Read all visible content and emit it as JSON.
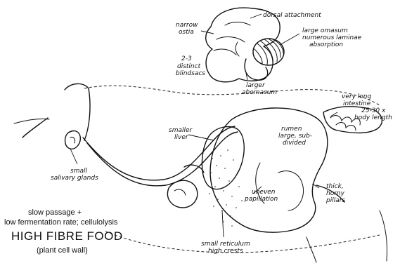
{
  "labels": {
    "dorsal_attachment": "dorsal attachment",
    "narrow_ostia_1": "narrow",
    "narrow_ostia_2": "ostia",
    "large_omasum_1": "large omasum",
    "large_omasum_2": "numerous laminae",
    "large_omasum_3": "absorption",
    "blindsacs_1": "2-3",
    "blindsacs_2": "distinct",
    "blindsacs_3": "blindsacs",
    "larger_abomasum_1": "larger",
    "larger_abomasum_2": "abomasum",
    "intestine_1": "very long",
    "intestine_2": "intestine",
    "intestine_3": "25-30 x",
    "intestine_4": "body length",
    "smaller_liver_1": "smaller",
    "smaller_liver_2": "liver",
    "rumen_1": "rumen",
    "rumen_2": "large, sub-",
    "rumen_3": "divided",
    "salivary_1": "small",
    "salivary_2": "salivary glands",
    "uneven_1": "uneven",
    "uneven_2": "papillation",
    "pillars_1": "thick,",
    "pillars_2": "horny",
    "pillars_3": "pillars",
    "reticulum_1": "small reticulum",
    "reticulum_2": "high crests",
    "passage_1": "slow passage +",
    "passage_2": "low fermentation rate; cellulolysis",
    "headline": "HIGH FIBRE FOOD",
    "subline": "(plant cell wall)"
  }
}
